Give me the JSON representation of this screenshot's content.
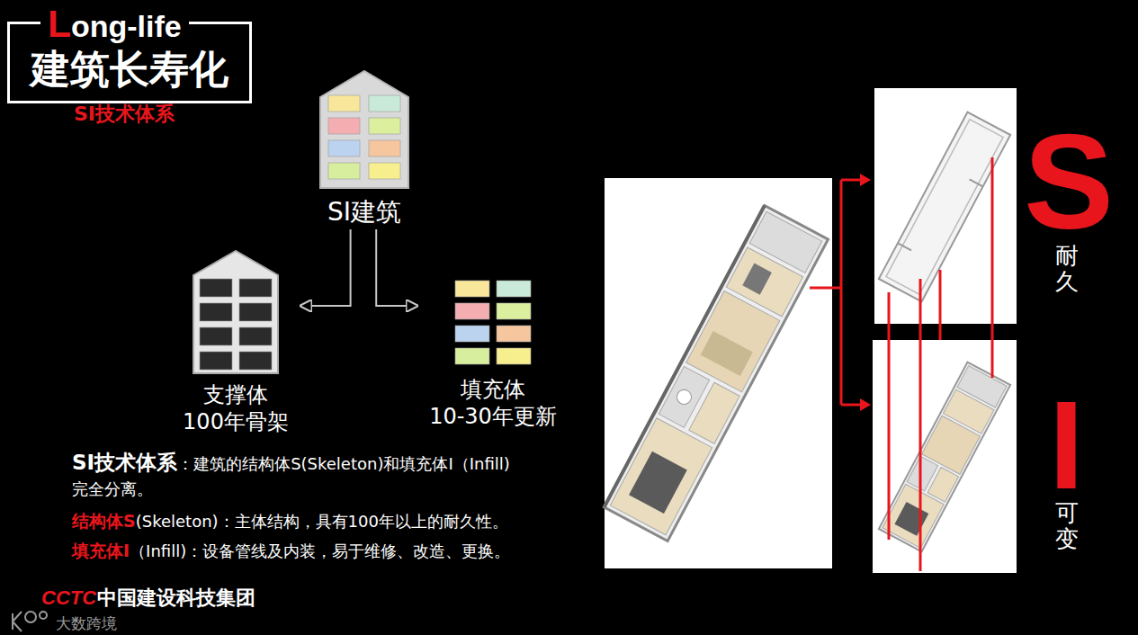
{
  "diagram": {
    "nodes": [
      {
        "text": [
          "Long-life",
          "建筑长寿化"
        ]
      },
      {
        "text": [
          "SI建筑"
        ]
      },
      {
        "text": [
          "支撑体",
          "100年骨架"
        ]
      },
      {
        "text": [
          "填充体",
          "10-30年更新"
        ]
      }
    ],
    "edges": [
      {
        "from": 1,
        "to": 2,
        "arrow": "to"
      },
      {
        "from": 1,
        "to": 3,
        "arrow": "to"
      }
    ],
    "labels": [
      "SI技术体系",
      "SI技术体系",
      "：建筑的结构体S(Skeleton)和填充体I（Infill) 完全分离。",
      "结构体S",
      "(Skeleton)：主体结构，具有100年以上的耐久性。",
      "填充体I",
      "（Infill)：设备管线及内装，易于维修、改造、更换。",
      "S",
      "耐久",
      "I",
      "可变",
      "CCTC",
      "中国建设科技集团",
      "大数跨境"
    ]
  }
}
